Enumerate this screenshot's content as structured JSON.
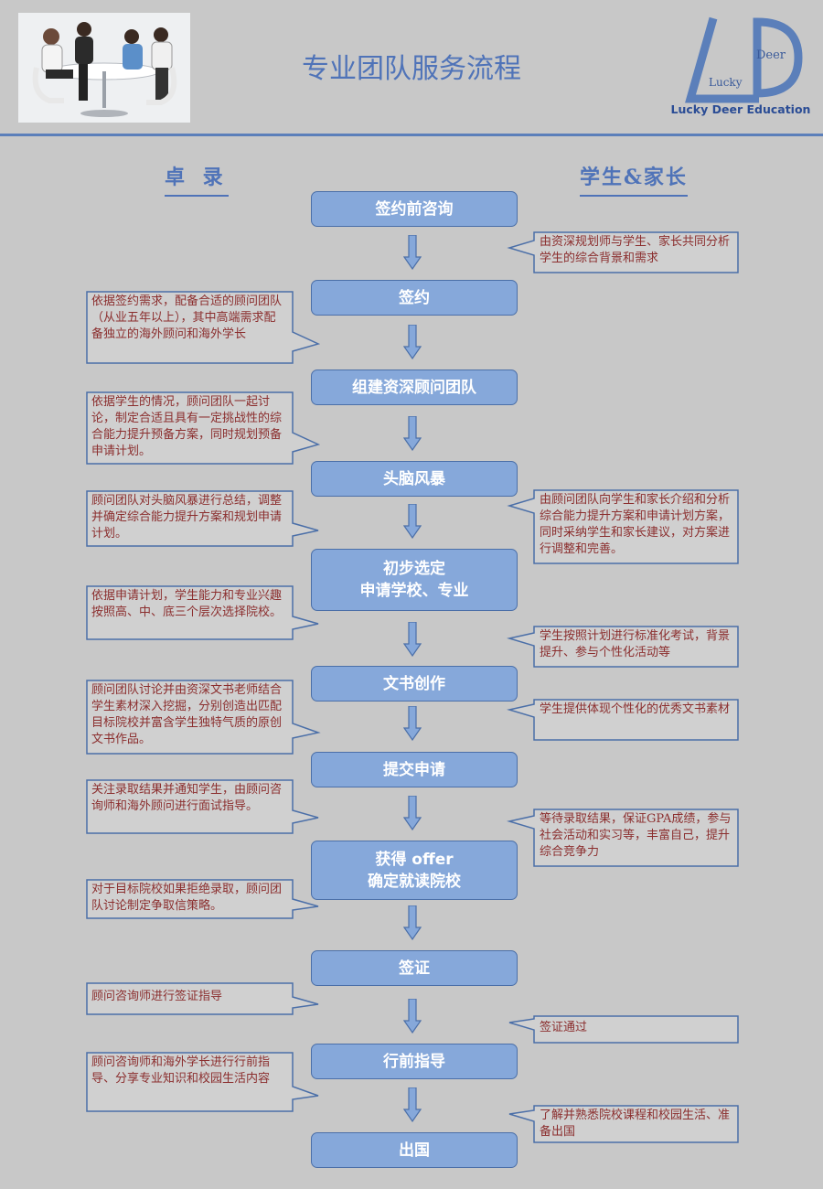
{
  "header": {
    "title": "专业团队服务流程",
    "logo_small_1": "Deer",
    "logo_small_2": "Lucky",
    "logo_text": "Lucky Deer Education"
  },
  "columns": {
    "left": "卓 录",
    "right": "学生&家长"
  },
  "steps": [
    {
      "label": "签约前咨询"
    },
    {
      "label": "签约"
    },
    {
      "label": "组建资深顾问团队"
    },
    {
      "label": "头脑风暴"
    },
    {
      "label": "初步选定",
      "label2": "申请学校、专业"
    },
    {
      "label": "文书创作"
    },
    {
      "label": "提交申请"
    },
    {
      "label": "获得 offer",
      "label2": "确定就读院校"
    },
    {
      "label": "签证"
    },
    {
      "label": "行前指导"
    },
    {
      "label": "出国"
    }
  ],
  "left_notes": [
    "依据签约需求，配备合适的顾问团队（从业五年以上），其中高端需求配备独立的海外顾问和海外学长",
    "依据学生的情况，顾问团队一起讨论，制定合适且具有一定挑战性的综合能力提升预备方案，同时规划预备申请计划。",
    "顾问团队对头脑风暴进行总结，调整并确定综合能力提升方案和规划申请计划。",
    "依据申请计划，学生能力和专业兴趣按照高、中、底三个层次选择院校。",
    "顾问团队讨论并由资深文书老师结合学生素材深入挖掘，分别创造出匹配目标院校并富含学生独特气质的原创文书作品。",
    "关注录取结果并通知学生，由顾问咨询师和海外顾问进行面试指导。",
    "对于目标院校如果拒绝录取，顾问团队讨论制定争取信策略。",
    "顾问咨询师进行签证指导",
    "顾问咨询师和海外学长进行行前指导、分享专业知识和校园生活内容"
  ],
  "right_notes": [
    "由资深规划师与学生、家长共同分析学生的综合背景和需求",
    "由顾问团队向学生和家长介绍和分析综合能力提升方案和申请计划方案，同时采纳学生和家长建议，对方案进行调整和完善。",
    "学生按照计划进行标准化考试，背景提升、参与个性化活动等",
    "学生提供体现个性化的优秀文书素材",
    "等待录取结果，保证GPA成绩，参与社会活动和实习等，丰富自己，提升综合竞争力",
    "签证通过",
    "了解并熟悉院校课程和校园生活、准备出国"
  ],
  "colors": {
    "step_fill": "#86a8da",
    "accent": "#4f73b8",
    "note_text": "#8b2e2e",
    "background": "#c8c8c8"
  }
}
